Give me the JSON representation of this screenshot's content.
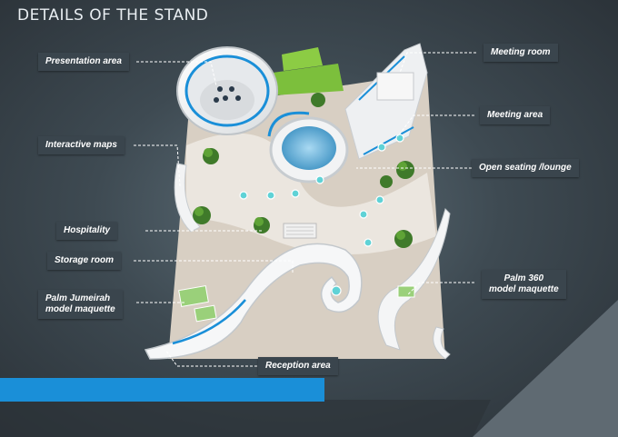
{
  "title": "DETAILS OF THE STAND",
  "colors": {
    "accent_blue": "#1a8fd8",
    "floor": "#d9cfc2",
    "label_bg": "#3a454d",
    "background": "#3e4a52"
  },
  "labels": {
    "presentation_area": "Presentation area",
    "interactive_maps": "Interactive maps",
    "hospitality": "Hospitality",
    "storage_room": "Storage room",
    "palm_jumeirah_line1": "Palm Jumeirah",
    "palm_jumeirah_line2": "model maquette",
    "meeting_room": "Meeting room",
    "meeting_area": "Meeting area",
    "open_seating": "Open seating /lounge",
    "palm_360_line1": "Palm 360",
    "palm_360_line2": "model maquette",
    "reception_area": "Reception area"
  }
}
